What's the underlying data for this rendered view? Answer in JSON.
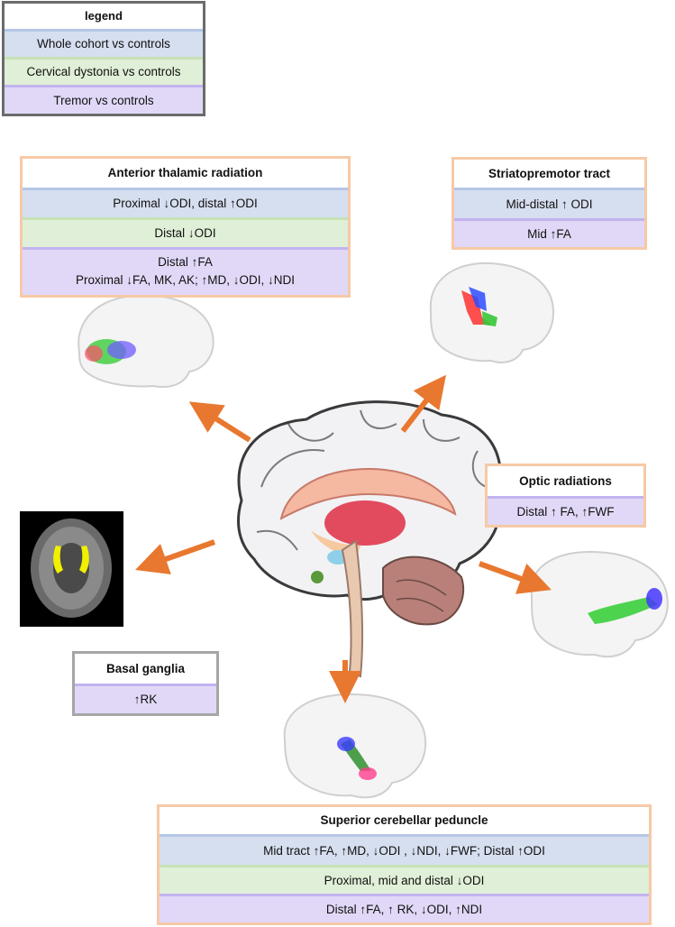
{
  "legend": {
    "title": "legend",
    "items": [
      "Whole cohort vs controls",
      "Cervical dystonia vs controls",
      "Tremor vs controls"
    ]
  },
  "anterior_thalamic": {
    "title": "Anterior thalamic radiation",
    "whole": "Proximal ↓ODI, distal ↑ODI",
    "cd": "Distal ↓ODI",
    "tremor_1": "Distal ↑FA",
    "tremor_2": "Proximal ↓FA, MK, AK; ↑MD, ↓ODI, ↓NDI"
  },
  "striatopremotor": {
    "title": "Striatopremotor tract",
    "whole": "Mid-distal ↑ ODI",
    "tremor": "Mid ↑FA"
  },
  "optic": {
    "title": "Optic radiations",
    "tremor": "Distal ↑ FA, ↑FWF"
  },
  "basal_ganglia": {
    "title": "Basal ganglia",
    "tremor": "↑RK"
  },
  "scp": {
    "title": "Superior cerebellar peduncle",
    "whole": "Mid tract ↑FA, ↑MD, ↓ODI , ↓NDI, ↓FWF; Distal ↑ODI",
    "cd": "Proximal, mid and distal ↓ODI",
    "tremor": "Distal ↑FA, ↑ RK, ↓ODI, ↑NDI"
  },
  "colors": {
    "arrow": "#e8782f",
    "peach_border": "#f6c9a6",
    "blue": "#d6dfef",
    "green": "#e0efd7",
    "purple": "#e1d8f7"
  }
}
